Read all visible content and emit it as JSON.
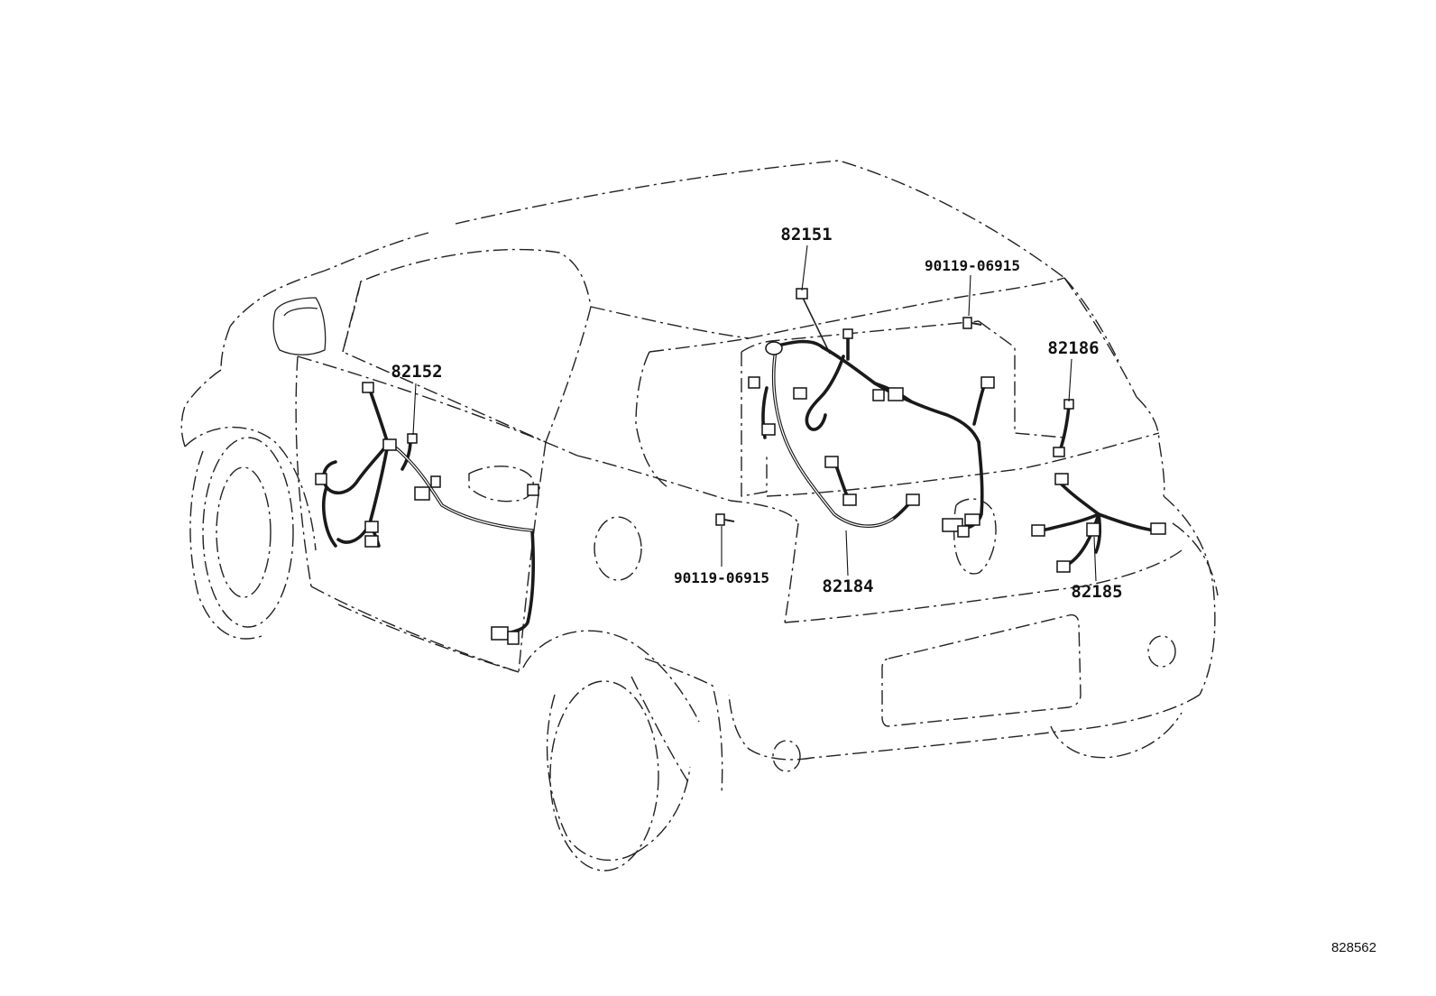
{
  "diagram": {
    "parts": [
      {
        "id": "p82151",
        "label": "82151"
      },
      {
        "id": "p82152",
        "label": "82152"
      },
      {
        "id": "p82184",
        "label": "82184"
      },
      {
        "id": "p82185",
        "label": "82185"
      },
      {
        "id": "p82186",
        "label": "82186"
      },
      {
        "id": "b_top",
        "label": "90119-06915"
      },
      {
        "id": "b_mid",
        "label": "90119-06915"
      }
    ],
    "figure_number": "828562"
  }
}
